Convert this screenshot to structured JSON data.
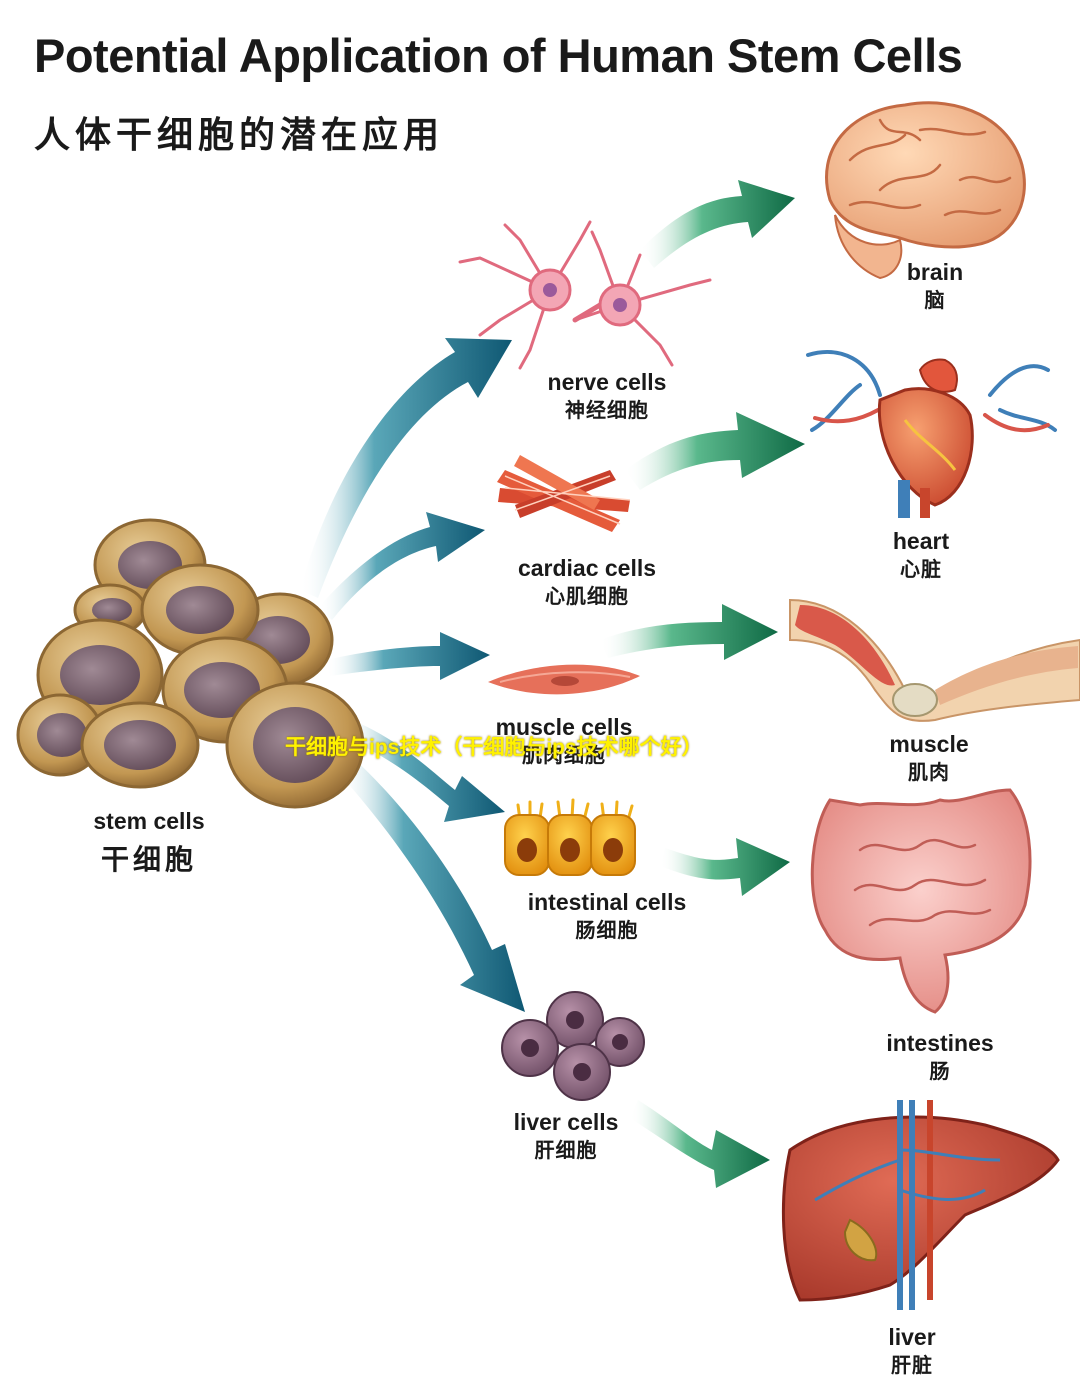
{
  "title": {
    "en": "Potential Application of Human Stem Cells",
    "zh": "人体干细胞的潜在应用"
  },
  "source": {
    "en": "stem cells",
    "zh": "干细胞"
  },
  "cells": [
    {
      "en": "nerve cells",
      "zh": "神经细胞"
    },
    {
      "en": "cardiac cells",
      "zh": "心肌细胞"
    },
    {
      "en": "muscle cells",
      "zh": "肌肉细胞"
    },
    {
      "en": "intestinal cells",
      "zh": "肠细胞"
    },
    {
      "en": "liver cells",
      "zh": "肝细胞"
    }
  ],
  "organs": [
    {
      "en": "brain",
      "zh": "脑"
    },
    {
      "en": "heart",
      "zh": "心脏"
    },
    {
      "en": "muscle",
      "zh": "肌肉"
    },
    {
      "en": "intestines",
      "zh": "肠"
    },
    {
      "en": "liver",
      "zh": "肝脏"
    }
  ],
  "watermark": "干细胞与ips技术（干细胞与ips技术哪个好）",
  "colors": {
    "arrow_teal": "#13607a",
    "arrow_green": "#137049",
    "stem_cell": "#c49a55",
    "nucleus": "#7d6470"
  }
}
